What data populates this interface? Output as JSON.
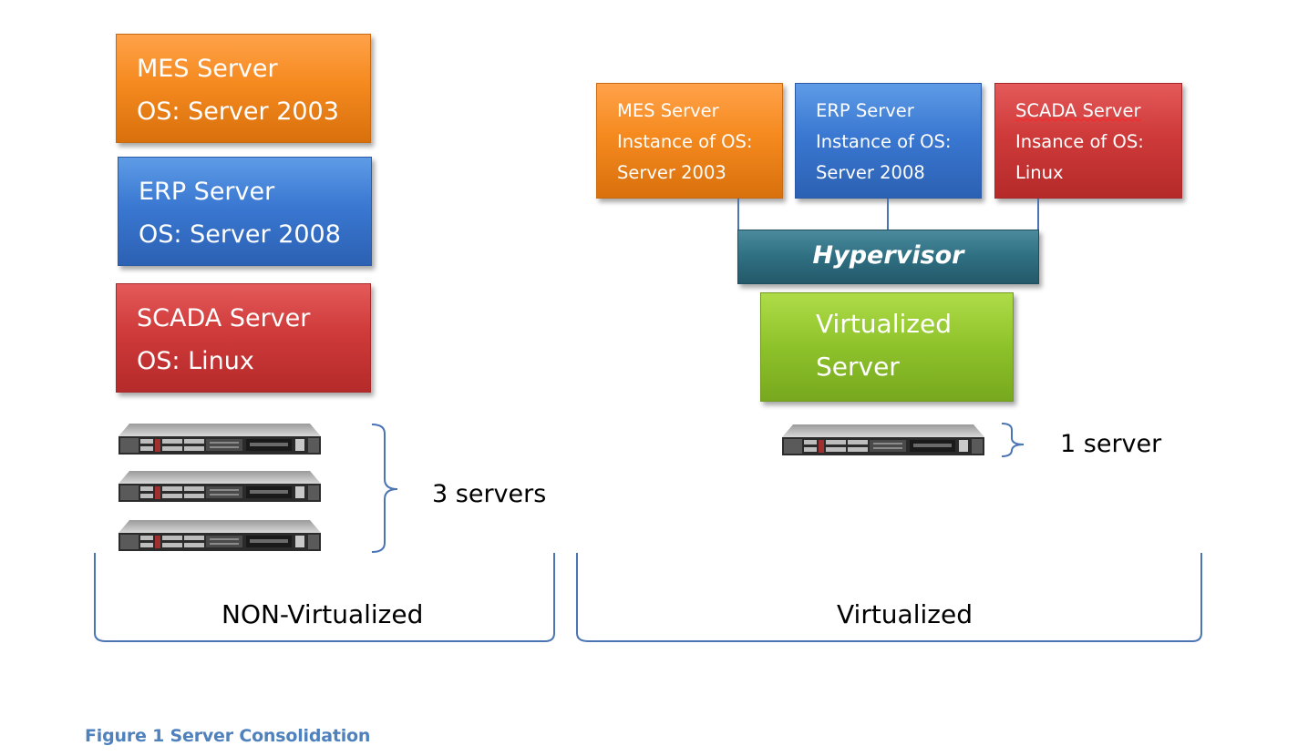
{
  "non_virtualized": {
    "servers": [
      {
        "name": "MES Server",
        "os": "OS: Server 2003",
        "color": "#f58a1f"
      },
      {
        "name": "ERP Server",
        "os": "OS: Server 2008",
        "color": "#3a78d2"
      },
      {
        "name": "SCADA Server",
        "os": "OS: Linux",
        "color": "#cf3a3a"
      }
    ],
    "server_count_label": "3 servers",
    "section_label": "NON-Virtualized"
  },
  "virtualized": {
    "instances": [
      {
        "name": "MES Server",
        "line2": "Instance of OS:",
        "line3": "Server 2003",
        "color": "#f58a1f"
      },
      {
        "name": "ERP Server",
        "line2": "Instance of OS:",
        "line3": "Server 2008",
        "color": "#3a78d2"
      },
      {
        "name": "SCADA Server",
        "line2": "Insance of OS:",
        "line3": "Linux",
        "color": "#cf3a3a"
      }
    ],
    "hypervisor_label": "Hypervisor",
    "host_line1": "Virtualized",
    "host_line2": "Server",
    "server_count_label": "1 server",
    "section_label": "Virtualized",
    "hypervisor_color": "#2f6f82",
    "host_color": "#8ec22a"
  },
  "caption": "Figure 1 Server Consolidation",
  "bracket_color": "#4a74b3"
}
